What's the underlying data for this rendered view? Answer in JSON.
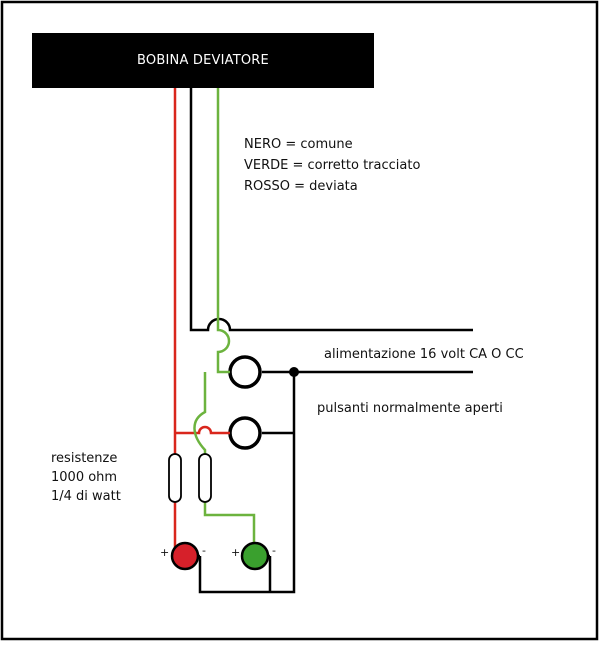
{
  "coil": {
    "title": "BOBINA DEVIATORE"
  },
  "legend": {
    "black": "NERO = comune",
    "green": "VERDE = corretto tracciato",
    "red": "ROSSO = deviata"
  },
  "power_label": "alimentazione 16 volt CA O CC",
  "buttons_label": "pulsanti normalmente aperti",
  "resistors_label": [
    "resistenze",
    "1000 ohm",
    "1/4 di watt"
  ],
  "led_signs": {
    "plus": "+",
    "minus": "-"
  },
  "colors": {
    "black": "#000000",
    "green": "#6cb33e",
    "red": "#d9261c",
    "led_red": "#d6202a",
    "led_green": "#3aa02e"
  }
}
